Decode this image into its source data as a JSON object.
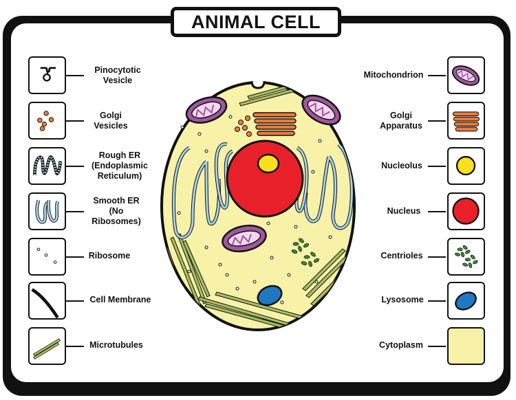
{
  "title": "ANIMAL CELL",
  "left_keys": [
    {
      "label": "Pinocytotic\nVesicle",
      "icon": "pinocytotic-vesicle-icon"
    },
    {
      "label": "Golgi\nVesicles",
      "icon": "golgi-vesicles-icon"
    },
    {
      "label": "Rough ER\n(Endoplasmic\nReticulum)",
      "icon": "rough-er-icon"
    },
    {
      "label": "Smooth ER\n(No\nRibosomes)",
      "icon": "smooth-er-icon"
    },
    {
      "label": "Ribosome",
      "icon": "ribosome-icon"
    },
    {
      "label": "Cell Membrane",
      "icon": "cell-membrane-icon"
    },
    {
      "label": "Microtubules",
      "icon": "microtubules-icon"
    }
  ],
  "right_keys": [
    {
      "label": "Mitochondrion",
      "icon": "mitochondrion-icon"
    },
    {
      "label": "Golgi\nApparatus",
      "icon": "golgi-apparatus-icon"
    },
    {
      "label": "Nucleolus",
      "icon": "nucleolus-icon"
    },
    {
      "label": "Nucleus",
      "icon": "nucleus-icon"
    },
    {
      "label": "Centrioles",
      "icon": "centrioles-icon"
    },
    {
      "label": "Lysosome",
      "icon": "lysosome-icon"
    },
    {
      "label": "Cytoplasm",
      "icon": "cytoplasm-icon"
    }
  ],
  "colors": {
    "cytoplasm": "#f8f1a8",
    "nucleus": "#e8202a",
    "nucleolus": "#f7e11a",
    "mitochondrion": "#a0579e",
    "golgi": "#ee7a3a",
    "er": "#a8d4ea",
    "lysosome": "#1f78c2",
    "centrioles": "#3e8a3a",
    "microtubules": "#a8c060"
  }
}
